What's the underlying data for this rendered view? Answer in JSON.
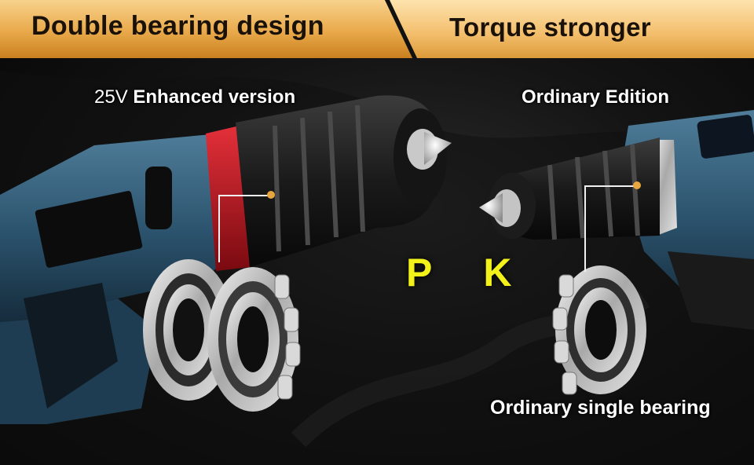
{
  "header": {
    "left_title": "Double bearing design",
    "right_title": "Torque stronger"
  },
  "labels": {
    "enhanced_voltage": "25V",
    "enhanced_text": "Enhanced version",
    "ordinary_edition": "Ordinary Edition",
    "pk": "P K",
    "single_bearing": "Ordinary single bearing"
  },
  "colors": {
    "banner_gold": "#e9a94a",
    "pk_yellow": "#f2f21a",
    "drill_blue": "#2f5872",
    "clutch_red": "#c2121c"
  }
}
